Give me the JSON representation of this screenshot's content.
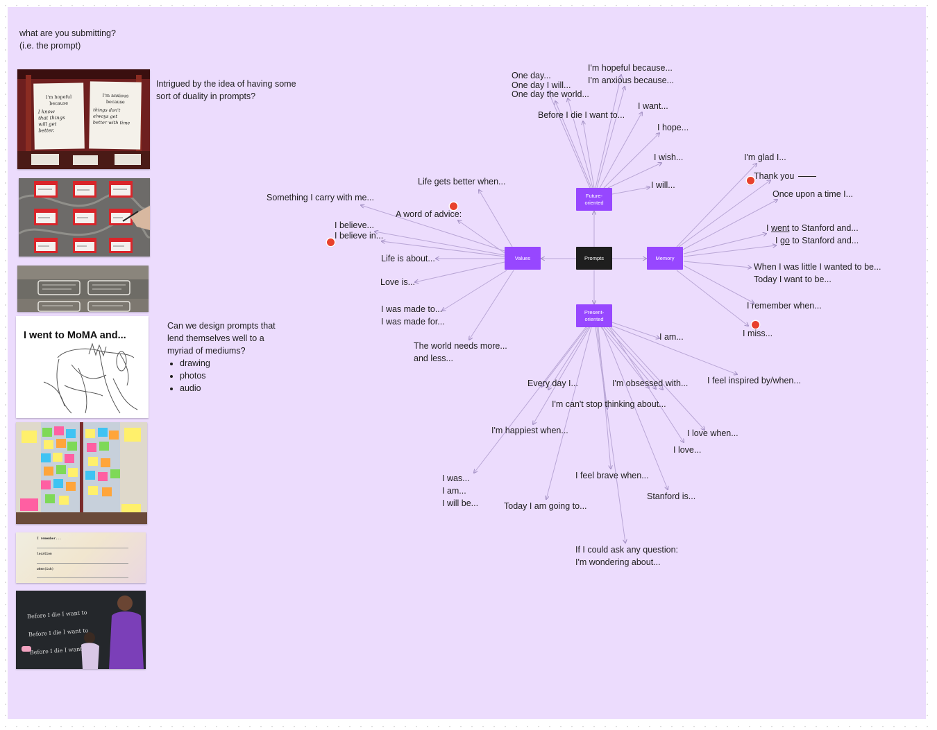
{
  "colors": {
    "board_background": "#ecdcfd",
    "node_purple": "#9747ff",
    "node_dark": "#1e1e1e",
    "reaction_dot": "#e8412c",
    "connector": "#b9a6d6"
  },
  "intro": {
    "line1": "what are you submitting?",
    "line2": "(i.e. the prompt)"
  },
  "notes": {
    "duality": {
      "line1": "Intrigued by the idea of having some",
      "line2": "sort of duality in prompts?"
    },
    "mediums": {
      "line1": "Can we design prompts that",
      "line2": "lend themselves well to a",
      "line3": "myriad of mediums?",
      "bullets": [
        "drawing",
        "photos",
        "audio"
      ]
    }
  },
  "photos": {
    "hopeful_card_left": [
      "I'm hopeful",
      "because",
      "I know",
      "that things",
      "will get",
      "better."
    ],
    "hopeful_card_right": [
      "I'm anxious",
      "because",
      "things don't",
      "always get",
      "better with time"
    ],
    "moma_title": "I went to MoMA and...",
    "form": {
      "field1": "I remember...",
      "field2": "location",
      "field3": "when(ish)"
    },
    "chalkboard_lines": [
      "Before I die I want to",
      "Before I die I want to",
      "Before I die I want to"
    ]
  },
  "nodes": {
    "prompts": "Prompts",
    "values": "Values",
    "memory": "Memory",
    "future": [
      "Future-",
      "oriented"
    ],
    "present": [
      "Present-",
      "oriented"
    ]
  },
  "leaves": {
    "one_day": [
      "One day...",
      "One day I will...",
      "One day the world..."
    ],
    "hopeful": [
      "I'm hopeful because...",
      "I'm anxious because..."
    ],
    "before_i_die": "Before I die I want to...",
    "i_want": "I want...",
    "i_hope": "I hope...",
    "i_wish": "I wish...",
    "i_will": "I will...",
    "life_gets_better": "Life gets better when...",
    "something_i_carry": "Something I carry with me...",
    "word_of_advice": "A word of advice:",
    "believe": [
      "I believe...",
      "I believe in..."
    ],
    "life_is_about": "Life is about...",
    "love_is": "Love is...",
    "made": [
      "I was made to...",
      "I was made for..."
    ],
    "world_needs": [
      "The world needs more...",
      "and less..."
    ],
    "im_glad": "I'm glad I...",
    "thank_you": "Thank you",
    "once_upon": "Once upon a time I...",
    "stanford": {
      "went_pre": "I ",
      "went_u": "went",
      "went_post": " to Stanford and...",
      "go_pre": "I ",
      "go_u": "go",
      "go_post": " to Stanford and..."
    },
    "little": [
      "When I was little I wanted to be...",
      "Today I want to be..."
    ],
    "remember_when": "I remember when...",
    "i_miss": "I miss...",
    "i_am": "I am...",
    "every_day": "Every day I...",
    "obsessed": "I'm obsessed with...",
    "inspired": "I feel inspired by/when...",
    "cant_stop": "I'm can't stop thinking about...",
    "happiest": "I'm happiest when...",
    "love_when": "I love when...",
    "i_love": "I love...",
    "was_am_will": [
      "I was...",
      "I am...",
      "I will be..."
    ],
    "brave": "I feel brave when...",
    "stanford_is": "Stanford is...",
    "today_going": "Today I am going to...",
    "ask_question": [
      "If I could ask any question:",
      "I'm wondering about..."
    ]
  }
}
